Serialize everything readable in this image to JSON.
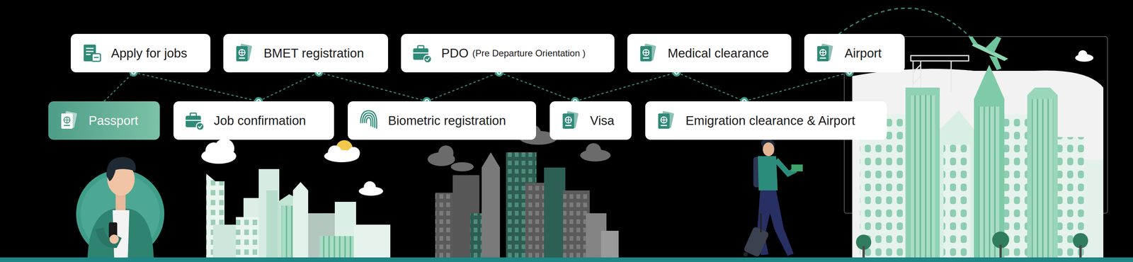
{
  "diagram": {
    "nodes": [
      {
        "text": [
          "Passport"
        ]
      },
      {
        "text": [
          "Apply for jobs"
        ]
      },
      {
        "text": [
          "Job confirmation"
        ]
      },
      {
        "text": [
          "BMET registration"
        ]
      },
      {
        "text": [
          "Biometric registration"
        ]
      },
      {
        "text": [
          "PDO",
          "(Pre Departure Orientation )"
        ]
      },
      {
        "text": [
          "Visa"
        ]
      },
      {
        "text": [
          "Medical clearance"
        ]
      },
      {
        "text": [
          "Emigration clearance & Airport"
        ]
      },
      {
        "text": [
          "Airport"
        ]
      }
    ],
    "edges": [
      {
        "from": 0,
        "to": 1,
        "arrow": "none"
      },
      {
        "from": 1,
        "to": 2,
        "arrow": "none"
      },
      {
        "from": 2,
        "to": 3,
        "arrow": "none"
      },
      {
        "from": 3,
        "to": 4,
        "arrow": "none"
      },
      {
        "from": 4,
        "to": 5,
        "arrow": "none"
      },
      {
        "from": 5,
        "to": 6,
        "arrow": "none"
      },
      {
        "from": 6,
        "to": 7,
        "arrow": "none"
      },
      {
        "from": 7,
        "to": 8,
        "arrow": "none"
      },
      {
        "from": 8,
        "to": 9,
        "arrow": "none"
      }
    ]
  }
}
